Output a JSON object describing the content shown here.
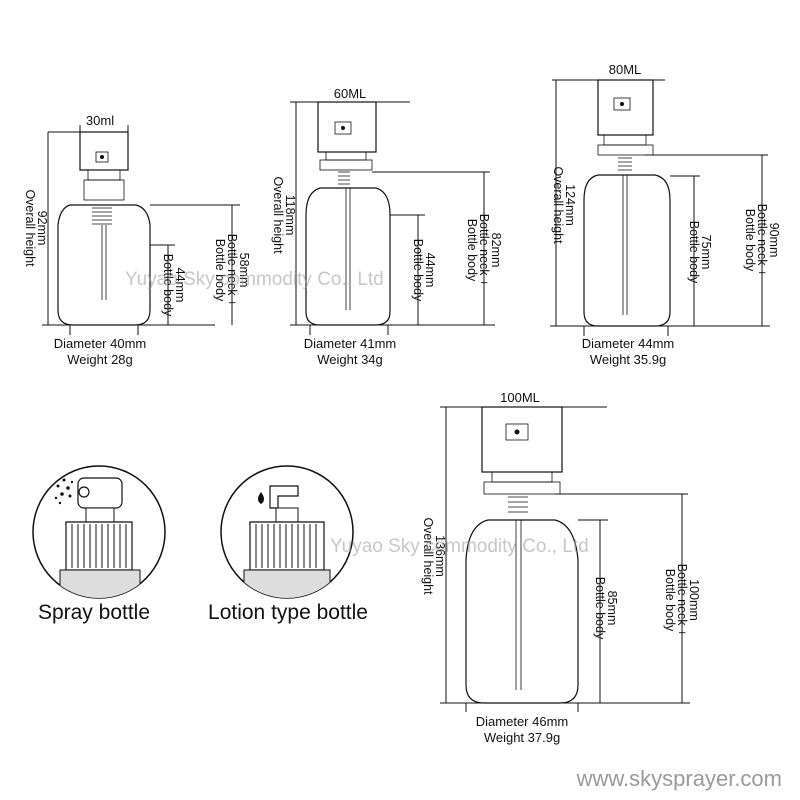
{
  "bottles": [
    {
      "capacity": "30ml",
      "overall_height": "92mm",
      "overall_height_label": "Overall height",
      "neck_body_height": "58mm",
      "neck_body_label_1": "Bottle neck +",
      "neck_body_label_2": "Bottle body",
      "body_height": "44mm",
      "body_label": "Bottle body",
      "diameter": "Diameter 40mm",
      "weight": "Weight 28g"
    },
    {
      "capacity": "60ML",
      "overall_height": "118mm",
      "overall_height_label": "Overall height",
      "neck_body_height": "82mm",
      "neck_body_label_1": "Bottle neck +",
      "neck_body_label_2": "Bottle body",
      "body_height": "44mm",
      "body_label": "Bottle body",
      "diameter": "Diameter 41mm",
      "weight": "Weight 34g"
    },
    {
      "capacity": "80ML",
      "overall_height": "124mm",
      "overall_height_label": "Overall height",
      "neck_body_height": "90mm",
      "neck_body_label_1": "Bottle neck +",
      "neck_body_label_2": "Bottle body",
      "body_height": "75mm",
      "body_label": "Bottle body",
      "diameter": "Diameter 44mm",
      "weight": "Weight 35.9g"
    },
    {
      "capacity": "100ML",
      "overall_height": "136mm",
      "overall_height_label": "Overall height",
      "neck_body_height": "100mm",
      "neck_body_label_1": "Bottle neck +",
      "neck_body_label_2": "Bottle body",
      "body_height": "85mm",
      "body_label": "Bottle body",
      "diameter": "Diameter 46mm",
      "weight": "Weight 37.9g"
    }
  ],
  "spray_caption": "Spray bottle",
  "lotion_caption": "Lotion type bottle",
  "watermark": "Yuyao Sky commodity Co., Ltd",
  "website": "www.skysprayer.com"
}
